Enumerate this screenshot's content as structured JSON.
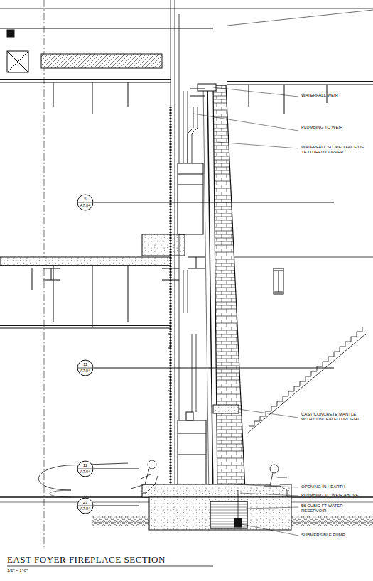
{
  "diagram": {
    "title": "EAST FOYER FIREPLACE SECTION",
    "labels": [
      "WATERFALL WEIR",
      "PLUMBING TO WEIR",
      "WATERFALL SLOPED FACE OF TEXTURED COPPER",
      "5",
      "A7.04",
      "11",
      "A7.04",
      "CAST CONCRETE MANTLE WITH CONCEALED UPLIGHT",
      "12",
      "A7.04",
      "OPENING IN HEARTH",
      "PLUMBING TO WEIR ABOVE",
      "56 CUBIC FT WATER RESERVOIR",
      "23",
      "A7.04",
      "SUBMERSIBLE PUMP",
      "1/2\" = 1'-0\""
    ]
  }
}
